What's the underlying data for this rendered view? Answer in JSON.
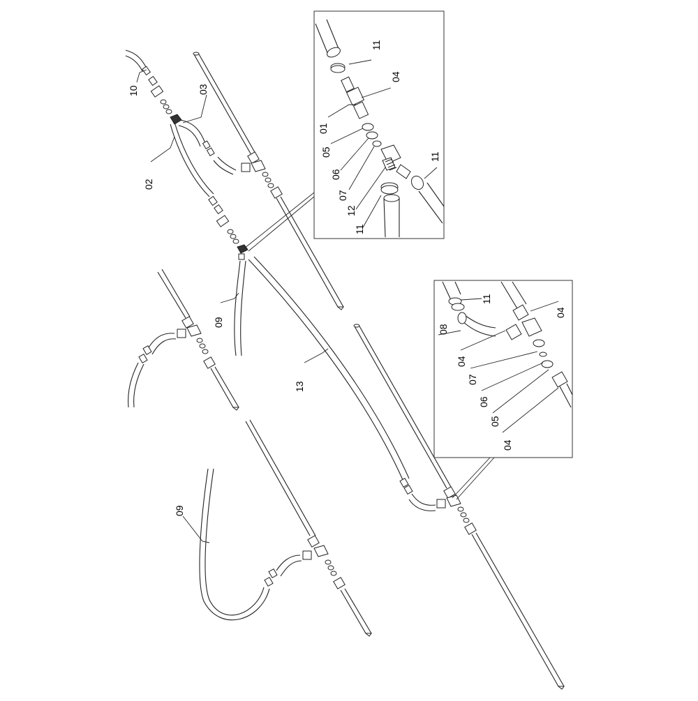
{
  "diagram": {
    "labels": {
      "p10": "10",
      "p03": "03",
      "p02": "02",
      "p09a": "09",
      "p09b": "09",
      "p13": "13",
      "i1_11a": "11",
      "i1_04": "04",
      "i1_01": "01",
      "i1_05": "05",
      "i1_06": "06",
      "i1_07": "07",
      "i1_12": "12",
      "i1_11b": "11",
      "i1_11c": "11",
      "i2_11": "11",
      "i2_08": "08",
      "i2_04a": "04",
      "i2_04b": "04",
      "i2_07": "07",
      "i2_06": "06",
      "i2_05": "05",
      "i2_04c": "04"
    }
  }
}
